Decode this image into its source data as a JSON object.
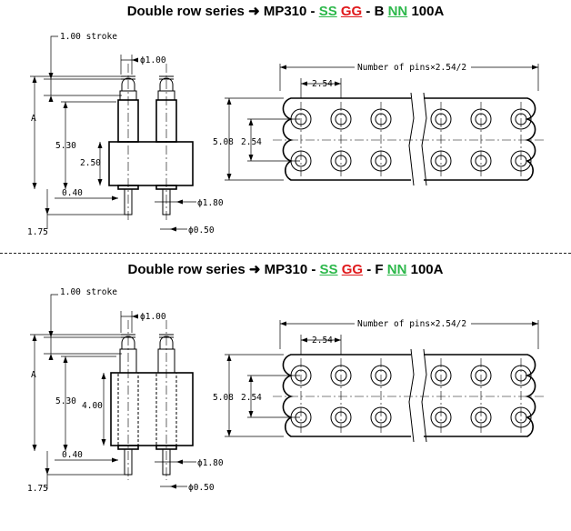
{
  "panels": [
    {
      "title": {
        "prefix": "Double row series",
        "part": "MP310",
        "sep": "-",
        "ss": "SS",
        "gg": "GG",
        "variant": "B",
        "nn": "NN",
        "suffix": "100A"
      },
      "side": {
        "stroke": "1.00 stroke",
        "tip_dia": "ϕ1.00",
        "a": "A",
        "h530": "5.30",
        "hbody": "2.50",
        "d040": "0.40",
        "d175": "1.75",
        "dia180": "ϕ1.80",
        "dia050": "ϕ0.50"
      },
      "top": {
        "num_pins": "Number of pins×2.54/2",
        "pitch": "2.54",
        "w508": "5.08",
        "w254": "2.54"
      }
    },
    {
      "title": {
        "prefix": "Double row series",
        "part": "MP310",
        "sep": "-",
        "ss": "SS",
        "gg": "GG",
        "variant": "F",
        "nn": "NN",
        "suffix": "100A"
      },
      "side": {
        "stroke": "1.00 stroke",
        "tip_dia": "ϕ1.00",
        "a": "A",
        "h530": "5.30",
        "hbody": "4.00",
        "d040": "0.40",
        "d175": "1.75",
        "dia180": "ϕ1.80",
        "dia050": "ϕ0.50"
      },
      "top": {
        "num_pins": "Number of pins×2.54/2",
        "pitch": "2.54",
        "w508": "5.08",
        "w254": "2.54"
      }
    }
  ]
}
